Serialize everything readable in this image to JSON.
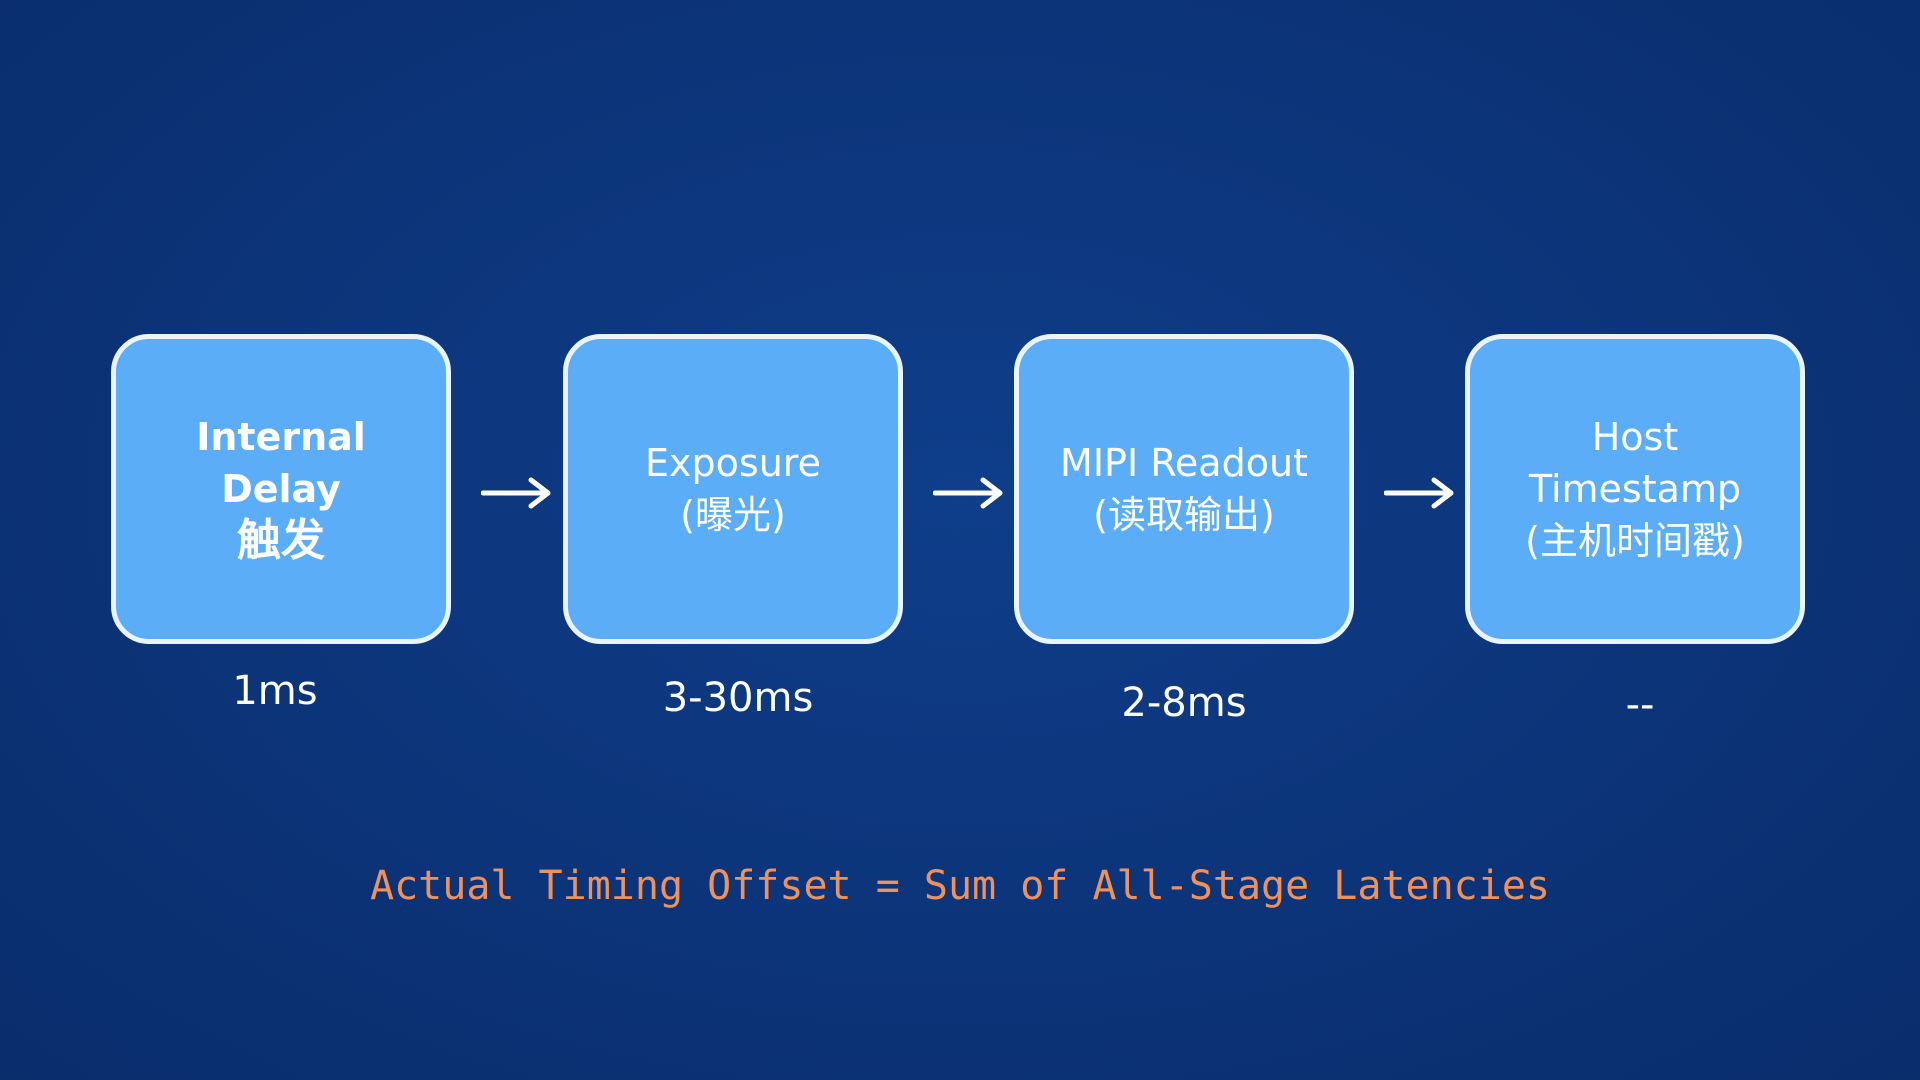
{
  "stages": [
    {
      "name": "Internal Delay",
      "sub": "触发"
    },
    {
      "name": "Exposure",
      "sub": "(曝光)"
    },
    {
      "name": "MIPI Readout",
      "sub": "(读取输出)"
    },
    {
      "name": "Host Timestamp",
      "sub": "(主机时间戳)"
    }
  ],
  "latencies": [
    "1ms",
    "3-30ms",
    "2-8ms",
    "--"
  ],
  "formula": "Actual Timing Offset = Sum of All-Stage Latencies",
  "colors": {
    "background": "#0c3479",
    "box_fill": "#5badf7",
    "box_border": "#e9f4ff",
    "text": "#ffffff",
    "formula": "#f0915a"
  }
}
